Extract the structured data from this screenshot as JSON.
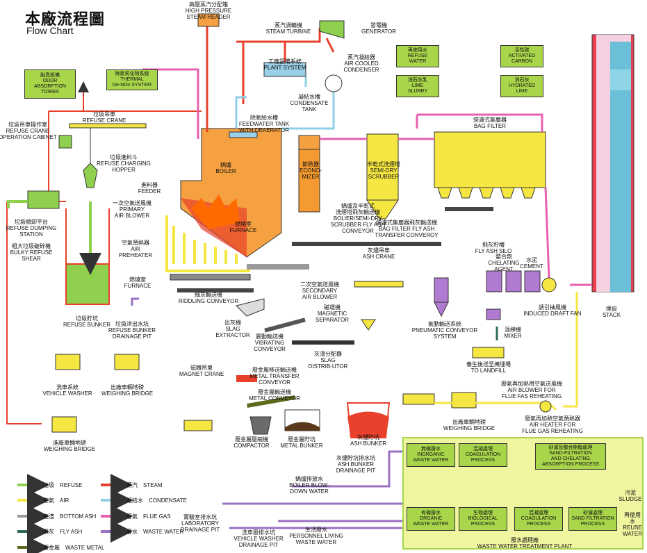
{
  "title": {
    "zh": "本廠流程圖",
    "en": "Flow Chart"
  },
  "labels": {
    "high_pressure_header": {
      "zh": "高壓蒸汽分配箱",
      "en": "HIGH PRESSURE\nSTEAM HEADER"
    },
    "steam_turbine": {
      "zh": "蒸汽渦輪機",
      "en": "STEAM TURBINE"
    },
    "generator": {
      "zh": "發電機",
      "en": "GENERATOR"
    },
    "plant_system": {
      "zh": "工廠設備系統",
      "en": "PLANT SYSTEM"
    },
    "air_cooled_condenser": {
      "zh": "蒸汽凝結器",
      "en": "AIR COOLED\nCONDENSER"
    },
    "condensate_tank": {
      "zh": "凝結水槽",
      "en": "CONDENSATE\nTANK"
    },
    "feedwater_tank": {
      "zh": "除氧給水槽",
      "en": "FEEDWATER TANK\nWITH DEAERATOR"
    },
    "thermal_denox": {
      "zh": "除氮氧化物系統",
      "en": "THERMAL\nDe-NOx SYSTEM"
    },
    "oddr": {
      "zh": "脫臭設備",
      "en": "ODDR\nABSORPTION\nTOWER"
    },
    "refuse_crane": {
      "zh": "垃圾吊車",
      "en": "REFUSE CRANE"
    },
    "refuse_crane_cabinet": {
      "zh": "垃圾吊車操作室",
      "en": "REFUSE CRANE\nOPERATION CABINET"
    },
    "charging_hopper": {
      "zh": "垃圾進料斗",
      "en": "REFUSE CHARGING\nHOPPER"
    },
    "feeder": {
      "zh": "進料器",
      "en": "FEEDER"
    },
    "primary_blower": {
      "zh": "一次空氣送風機",
      "en": "PRIMARY\nAIR BLOWER"
    },
    "boiler": {
      "zh": "鍋爐",
      "en": "BOILER"
    },
    "furnace": {
      "zh": "燃燒室",
      "en": "FURNACE"
    },
    "economizer": {
      "zh": "節熱器",
      "en": "ECONO-\nMIZER"
    },
    "scrubber": {
      "zh": "半乾式洗煙塔",
      "en": "SEMI-DRY\nSCRUBBER"
    },
    "bag_filter": {
      "zh": "袋濾式集塵器",
      "en": "BAG FILTER"
    },
    "refuse_water": {
      "zh": "再使用水",
      "en": "REFUSE\nWATER"
    },
    "activated_carbon": {
      "zh": "活性碳",
      "en": "ACTIVATED\nCARBON"
    },
    "lime_slurry": {
      "zh": "消石灰乳",
      "en": "LIME\nSLURRY"
    },
    "hydrated_lime": {
      "zh": "消石灰",
      "en": "HYDRATED\nLIME"
    },
    "refuse_dumping": {
      "zh": "垃圾傾卸平台",
      "en": "REFUSE DUMPING\nSTATION"
    },
    "bulky_shear": {
      "zh": "粗大垃圾破碎機",
      "en": "BULKY REFUSE\nSHEAR"
    },
    "air_preheater": {
      "zh": "空氣預熱器",
      "en": "AIR\nPREHEATER"
    },
    "boiler_fly_ash": {
      "zh": "鍋爐及半乾式\n洗煙塔飛灰輸送機",
      "en": "BOLIER/SEMI-DRY\nSCRUBBER FLY ASH\nCONVEYOR"
    },
    "bag_fly_ash": {
      "zh": "袋濾式集塵器飛灰輸送機",
      "en": "BAG FILTER FLY ASH\nTRANSFER CONVEROY"
    },
    "ash_crane": {
      "zh": "灰燼吊車",
      "en": "ASH CRANE"
    },
    "fly_ash_silo": {
      "zh": "飛灰貯槽",
      "en": "FLY ASH SILO"
    },
    "chelating": {
      "zh": "螯合劑",
      "en": "CHELATING\nAGENT"
    },
    "cement": {
      "zh": "水泥",
      "en": "CEMENT"
    },
    "induced_fan": {
      "zh": "誘引抽風機",
      "en": "INDUCED DRAFT FAN"
    },
    "stack": {
      "zh": "煙囪",
      "en": "STACK"
    },
    "refuse_bunker": {
      "zh": "垃圾貯坑",
      "en": "REFUSE BUNKER"
    },
    "bunker_drainage": {
      "zh": "垃圾滲出水坑",
      "en": "REFUSE BUNKER\nDRAINAGE PIT"
    },
    "furnace_small": {
      "zh": "燃燒室",
      "en": "FURNACE"
    },
    "riddling": {
      "zh": "細灰輸送機",
      "en": "RIDDLING CONVEYOR"
    },
    "secondary_blower": {
      "zh": "二次空氣送風機",
      "en": "SECONDARY\nAIR BLOWER"
    },
    "slag_extractor": {
      "zh": "出灰機",
      "en": "SLAG\nEXTRACTOR"
    },
    "magnetic_sep": {
      "zh": "磁選機",
      "en": "MAGNETIC\nSEPARATOR"
    },
    "vibrating": {
      "zh": "震動輸送機",
      "en": "VIBRATING\nCONVEYOR"
    },
    "slag_dist": {
      "zh": "灰渣分配器",
      "en": "SLAG\nDISTRIB-UTOR"
    },
    "pneumatic": {
      "zh": "氣動輸送系統",
      "en": "PNEUMATIC CONVEYOR\nSYSTEM"
    },
    "mixer": {
      "zh": "混練機",
      "en": "MIXER"
    },
    "landfill": {
      "zh": "養生後送至掩埋場",
      "en": "TO LANDFILL"
    },
    "vehicle_washer": {
      "zh": "洗車系統",
      "en": "VEHICLE WASHER"
    },
    "weighing1": {
      "zh": "出廠車輛地磅",
      "en": "WEIGHING BRIDGE"
    },
    "weighing2": {
      "zh": "進廠車輛地磅",
      "en": "WEIGHING BRIDGE"
    },
    "magnet_crane": {
      "zh": "磁鐵吊車",
      "en": "MAGNET CRANE"
    },
    "metal_transfer": {
      "zh": "廢金屬移送輸送機",
      "en": "METAL TRANSFER\nCONVEYOR"
    },
    "metal_conveyor": {
      "zh": "廢金屬輸送機",
      "en": "METAL CONVEYOR"
    },
    "compactor": {
      "zh": "廢金屬壓縮機",
      "en": "COMPACTOR"
    },
    "metal_bunker": {
      "zh": "廢金屬貯坑",
      "en": "METAL BUNKER"
    },
    "ash_bunker": {
      "zh": "灰燼貯坑",
      "en": "ASH BUNKER"
    },
    "ash_drainage": {
      "zh": "灰燼貯坑排水坑",
      "en": "ASH BUNKER\nDRAINAGE PIT"
    },
    "flue_reheat": {
      "zh": "廢氣再加熱用空氣送風機",
      "en": "AIR BLOWER FOR\nFLUE FAS REHEATING"
    },
    "air_heater": {
      "zh": "廢氣再加熱空氣預熱器",
      "en": "AIR HEATER FOR\nFLUE GAS REHEATING"
    },
    "weighing3": {
      "zh": "出廠車輛地磅",
      "en": "WEIGHING BRIDGE"
    },
    "blowdown": {
      "zh": "鍋爐排放水",
      "en": "BOILER BLOW-\nDOWN WATER"
    },
    "lab_drain": {
      "zh": "實驗室排水坑",
      "en": "LABORATORY\nDRAINAGE PIT"
    },
    "vw_drain": {
      "zh": "洗車廢排水坑",
      "en": "VEHICLE WASHER\nDRAINAGE PIT"
    },
    "living_water": {
      "zh": "生活廢水",
      "en": "PERSONNEL LIVING\nWASTE WATER"
    },
    "wwtp": {
      "zh": "廢水處理廠",
      "en": "WASTE WATER TREATMENT PLANT"
    },
    "sludge": {
      "zh": "污泥",
      "en": "SLUDGE"
    },
    "reuse_water": {
      "zh": "再使用水",
      "en": "REUSE\nWATER"
    }
  },
  "wwtp_boxes": [
    {
      "zh": "無機廢水",
      "en": "INORGANIC\nWASTE WATER"
    },
    {
      "zh": "混凝處理",
      "en": "COAGULATION\nPROCESS"
    },
    {
      "zh": "砂濾及螯合樹脂處理",
      "en": "SAND-FILTRATION\nAND CHELATING\nABSORPTION PROCESS"
    },
    {
      "zh": "有機廢水",
      "en": "ORGANIC\nWASTE WATER"
    },
    {
      "zh": "生物處理",
      "en": "BIOLOGICAL\nPROCESS"
    },
    {
      "zh": "混凝處理",
      "en": "COAGULATION\nPROCESS"
    },
    {
      "zh": "砂濾處理",
      "en": "SAND FILTRATION\nPROCESS"
    }
  ],
  "legend": [
    {
      "zh": "垃圾",
      "en": "REFUSE",
      "color": "#8fd14f"
    },
    {
      "zh": "空氣",
      "en": "AIR",
      "color": "#f5e642"
    },
    {
      "zh": "底渣",
      "en": "BOTTOM ASH",
      "color": "#9a9a9a"
    },
    {
      "zh": "飛灰",
      "en": "FLY ASH",
      "color": "#2e6b5a"
    },
    {
      "zh": "廢金屬",
      "en": "WASTE METAL",
      "color": "#5e6b1e"
    },
    {
      "zh": "蒸汽",
      "en": "STEAM",
      "color": "#e8402a"
    },
    {
      "zh": "凝結水",
      "en": "CONDENSATE",
      "color": "#8fd0e8"
    },
    {
      "zh": "廢氣",
      "en": "FLUE GAS",
      "color": "#e860b0"
    },
    {
      "zh": "廢水",
      "en": "WASTE WATER",
      "color": "#9a70c0"
    }
  ]
}
